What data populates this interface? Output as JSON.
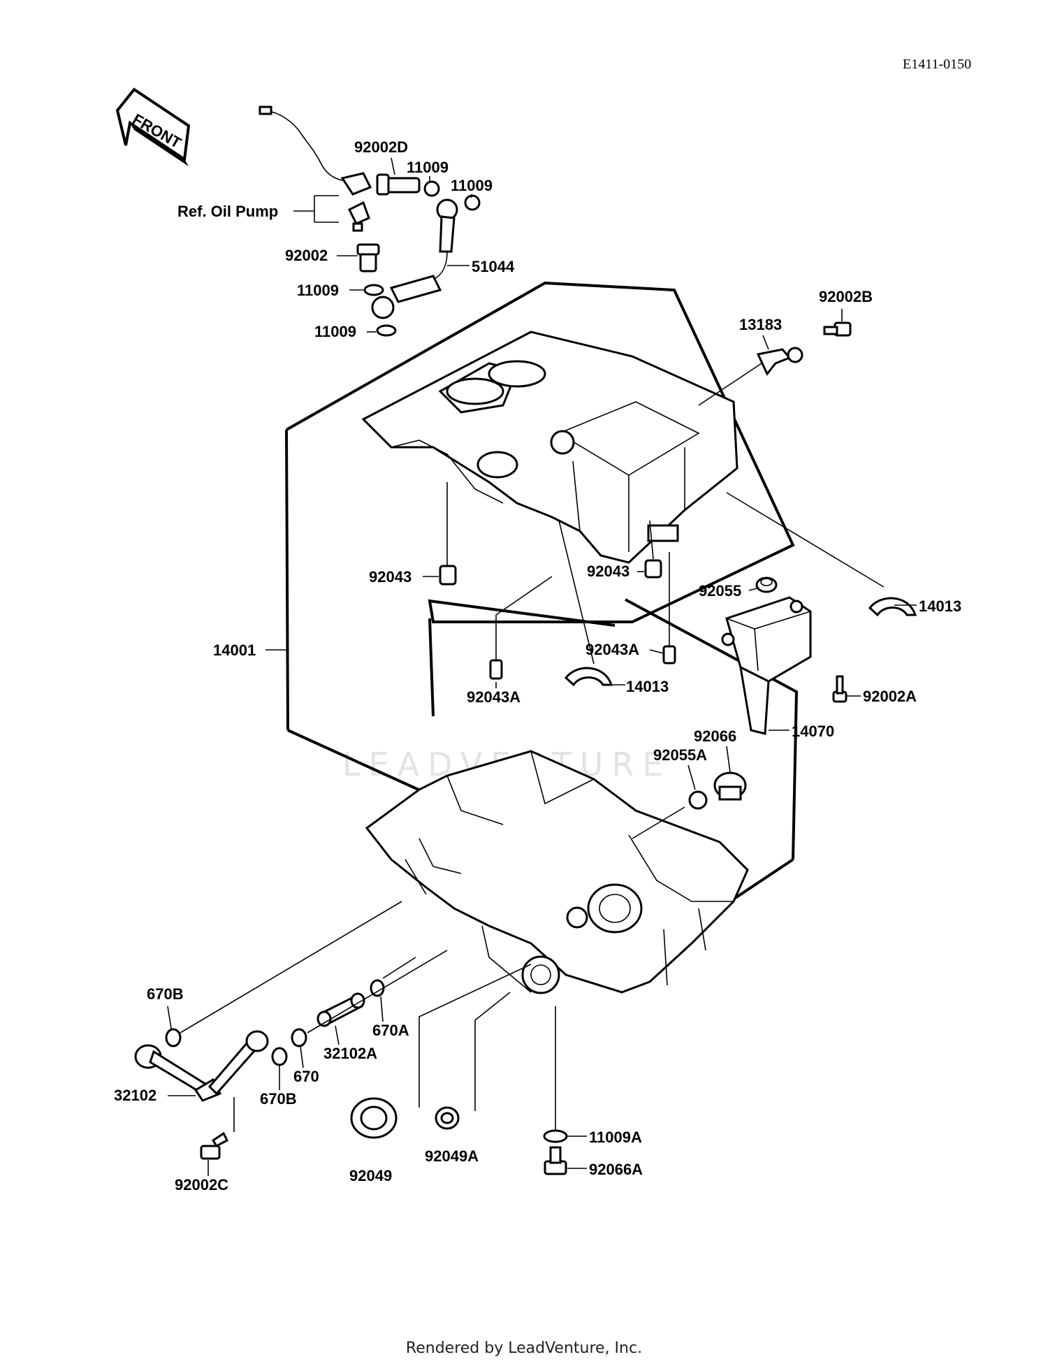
{
  "diagram_code": "E1411-0150",
  "front_label": "FRONT",
  "ref_label": "Ref. Oil Pump",
  "watermark": "LEADVENTURE",
  "footer": "Rendered by LeadVenture, Inc.",
  "parts": {
    "p92002D": "92002D",
    "p11009_a": "11009",
    "p11009_b": "11009",
    "p92002": "92002",
    "p51044": "51044",
    "p11009_c": "11009",
    "p11009_d": "11009",
    "p92002B": "92002B",
    "p13183": "13183",
    "p92043_a": "92043",
    "p92043_b": "92043",
    "p92055": "92055",
    "p14013_a": "14013",
    "p14001": "14001",
    "p92043A_a": "92043A",
    "p92002A": "92002A",
    "p92043A_b": "92043A",
    "p14013_b": "14013",
    "p14070": "14070",
    "p92066": "92066",
    "p92055A": "92055A",
    "p670B_a": "670B",
    "p670A": "670A",
    "p32102A": "32102A",
    "p670": "670",
    "p32102": "32102",
    "p670B_b": "670B",
    "p92049": "92049",
    "p92049A": "92049A",
    "p11009A": "11009A",
    "p92066A": "92066A",
    "p92002C": "92002C"
  }
}
